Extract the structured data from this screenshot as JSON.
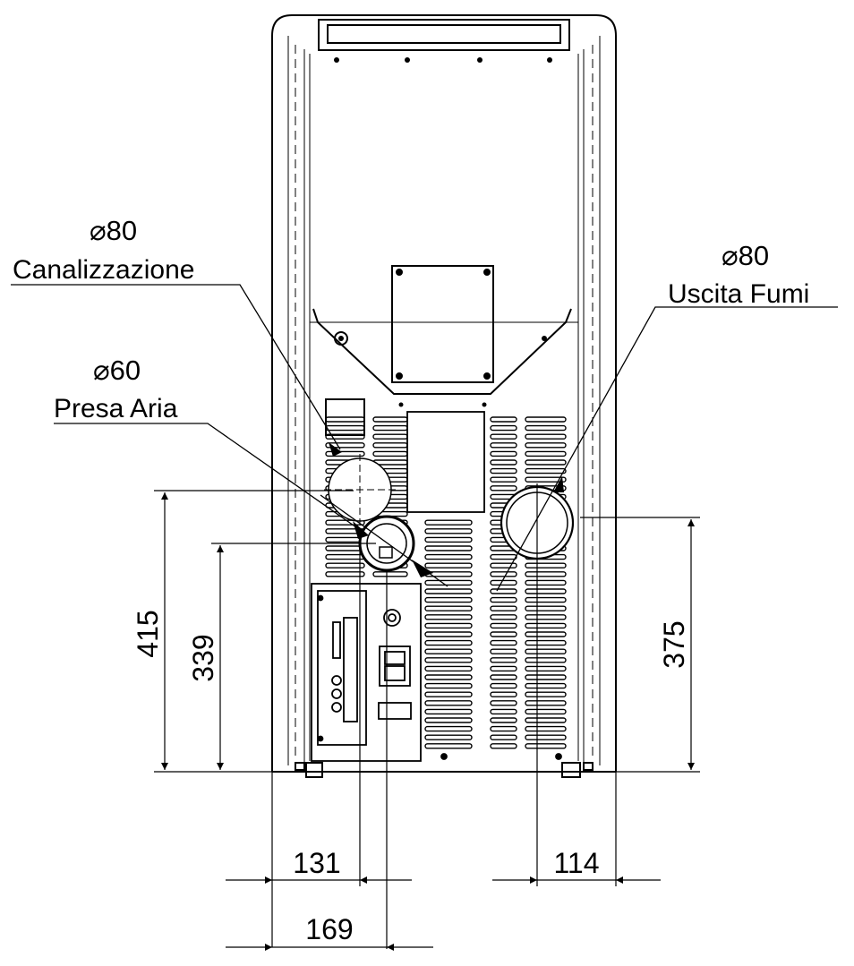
{
  "labels": {
    "canalizzazione_diameter": "⌀80",
    "canalizzazione_name": "Canalizzazione",
    "presa_aria_diameter": "⌀60",
    "presa_aria_name": "Presa Aria",
    "uscita_fumi_diameter": "⌀80",
    "uscita_fumi_name": "Uscita Fumi"
  },
  "dimensions": {
    "height_canalizzazione": "415",
    "height_presa_aria": "339",
    "height_uscita_fumi": "375",
    "width_presa_aria": "131",
    "width_canalizzazione": "169",
    "width_uscita_fumi": "114"
  },
  "colors": {
    "line": "#000000",
    "background": "#ffffff"
  }
}
